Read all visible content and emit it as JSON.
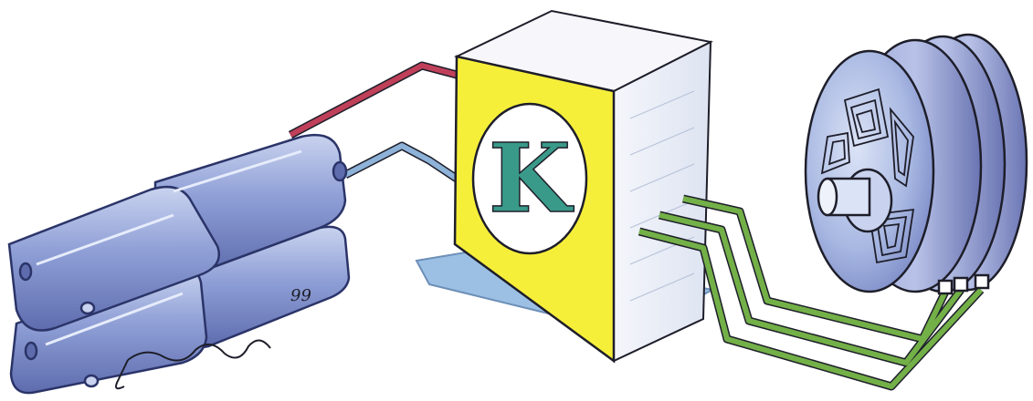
{
  "illustration": {
    "signature": "Jauriaguy",
    "signature_year": "99",
    "controller_letter": "K",
    "icons": {
      "battery_pack": "battery-pack-icon",
      "controller_box": "controller-box-icon",
      "motor": "electric-motor-icon"
    },
    "colors": {
      "background": "#ffffff",
      "battery_fill": "#7f8fc8",
      "battery_highlight": "#c9d3ef",
      "battery_outline": "#2b3468",
      "positive_wire": "#c0405a",
      "negative_wire": "#8eb2d8",
      "phase_wires": "#73b048",
      "box_front": "#f6ef3a",
      "box_side": "#eaeef6",
      "box_top_inner": "#f7f7fb",
      "box_base_shadow": "#9cc0e4",
      "letter_color": "#3a9a8a",
      "motor_face": "#a8b8e2",
      "motor_rim": "#7a84bf",
      "ink": "#1e1e2a"
    }
  }
}
